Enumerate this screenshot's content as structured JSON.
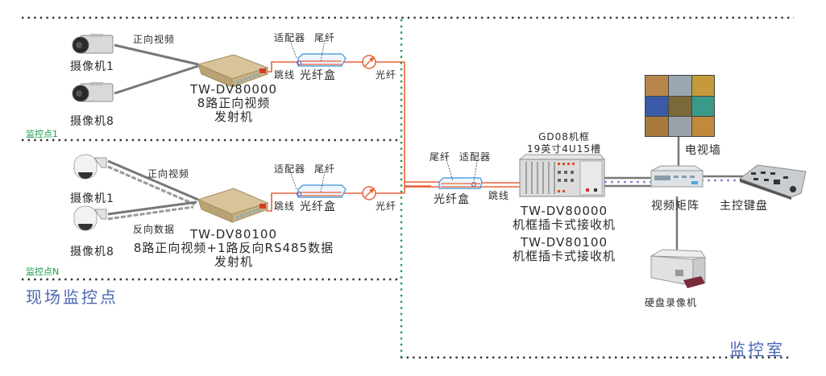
{
  "colors": {
    "fiber": "#e8623a",
    "cable": "#777777",
    "divider": "#333333",
    "green_divider": "#1a9a4a",
    "zone_label": "#4a66b0",
    "site_label": "#1a9a4a",
    "fiber_box": "#3b8fd8",
    "data_dash": "#8a8ad8"
  },
  "zones": {
    "site": "现场监控点",
    "control_room": "监控室"
  },
  "site1": {
    "label": "监控点1",
    "camera_top": "摄像机1",
    "camera_bottom": "摄像机8",
    "forward_video": "正向视频",
    "transmitter_model": "TW-DV80000",
    "transmitter_desc1": "8路正向视频",
    "transmitter_desc2": "发射机",
    "adapter": "适配器",
    "pigtail": "尾纤",
    "jumper": "跳线",
    "fiber_box": "光纤盒",
    "fiber": "光纤"
  },
  "siteN": {
    "label": "监控点N",
    "camera_top": "摄像机1",
    "camera_bottom": "摄像机8",
    "forward_video": "正向视频",
    "reverse_data": "反向数据",
    "transmitter_model": "TW-DV80100",
    "transmitter_desc1": "8路正向视频+1路反向RS485数据",
    "transmitter_desc2": "发射机",
    "adapter": "适配器",
    "pigtail": "尾纤",
    "jumper": "跳线",
    "fiber_box": "光纤盒",
    "fiber": "光纤"
  },
  "room": {
    "pigtail": "尾纤",
    "adapter": "适配器",
    "fiber_box": "光纤盒",
    "jumper": "跳线",
    "chassis_name": "GD08机框",
    "chassis_spec": "19英寸4U15槽",
    "receiver1_model": "TW-DV80000",
    "receiver1_desc": "机框插卡式接收机",
    "receiver2_model": "TW-DV80100",
    "receiver2_desc": "机框插卡式接收机",
    "tv_wall": "电视墙",
    "video_matrix": "视频矩阵",
    "main_keyboard": "主控键盘",
    "dvr": "硬盘录像机"
  }
}
